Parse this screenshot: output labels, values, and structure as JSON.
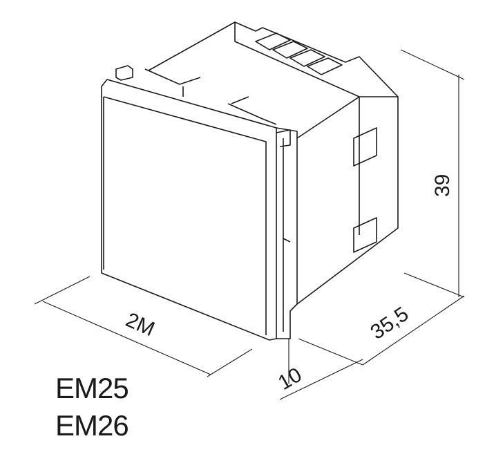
{
  "dimensions": {
    "height": "39",
    "depth": "35,5",
    "width": "2M",
    "front_thickness": "10"
  },
  "models": [
    "EM25",
    "EM26"
  ]
}
